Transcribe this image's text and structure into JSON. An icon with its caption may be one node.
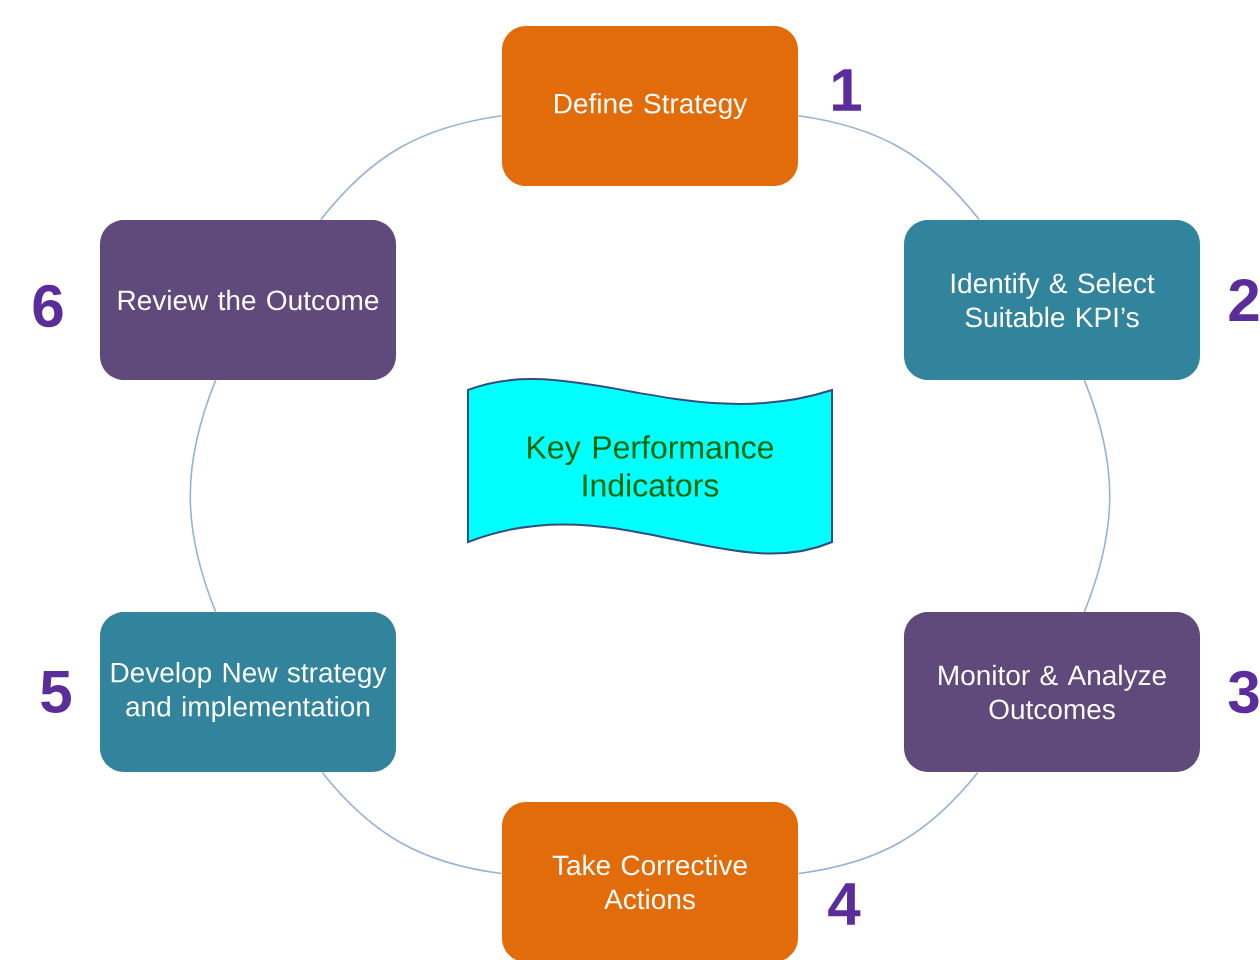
{
  "diagram": {
    "nodes": [
      {
        "text": [
          "Define Strategy"
        ],
        "beside": [
          "1"
        ]
      },
      {
        "text": [
          "Identify & Select Suitable KPI’s"
        ],
        "beside": [
          "2"
        ]
      },
      {
        "text": [
          "Monitor & Analyze Outcomes"
        ],
        "beside": [
          "3"
        ]
      },
      {
        "text": [
          "Take Corrective Actions"
        ],
        "beside": [
          "4"
        ]
      },
      {
        "text": [
          "Develop New strategy and implementation"
        ],
        "beside": [
          "5"
        ]
      },
      {
        "text": [
          "Review the Outcome"
        ],
        "beside": [
          "6"
        ]
      },
      {
        "text": [
          "Key Performance Indicators"
        ]
      }
    ],
    "edges": [
      {
        "from": 0,
        "to": 1,
        "arrow": "none"
      },
      {
        "from": 1,
        "to": 2,
        "arrow": "none"
      },
      {
        "from": 2,
        "to": 3,
        "arrow": "none"
      },
      {
        "from": 3,
        "to": 4,
        "arrow": "none"
      },
      {
        "from": 4,
        "to": 5,
        "arrow": "none"
      },
      {
        "from": 5,
        "to": 0,
        "arrow": "none"
      }
    ]
  }
}
